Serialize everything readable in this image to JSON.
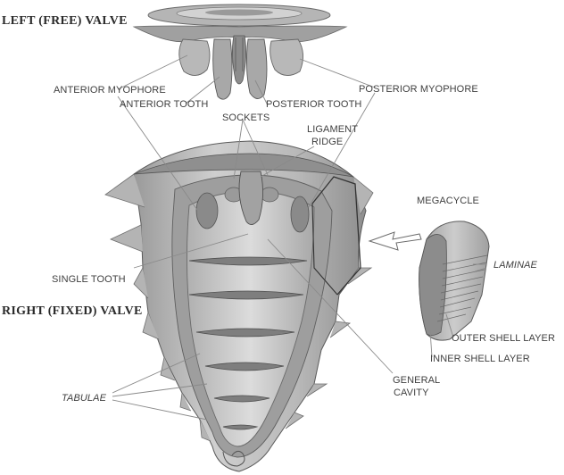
{
  "titles": {
    "left_valve": "LEFT (FREE) VALVE",
    "right_valve": "RIGHT (FIXED) VALVE"
  },
  "labels": {
    "anterior_myophore": "ANTERIOR MYOPHORE",
    "anterior_tooth": "ANTERIOR TOOTH",
    "sockets": "SOCKETS",
    "posterior_tooth": "POSTERIOR TOOTH",
    "posterior_myophore": "POSTERIOR MYOPHORE",
    "ligament_ridge_line1": "LIGAMENT",
    "ligament_ridge_line2": "RIDGE",
    "megacycle": "MEGACYCLE",
    "single_tooth": "SINGLE TOOTH",
    "laminae": "LAMINAE",
    "outer_shell_layer": "OUTER SHELL LAYER",
    "inner_shell_layer": "INNER SHELL LAYER",
    "general_cavity_line1": "GENERAL",
    "general_cavity_line2": "CAVITY",
    "tabulae": "TABULAE"
  },
  "colors": {
    "shell_light": "#c8c8c8",
    "shell_mid": "#a9a9a9",
    "shell_dark": "#7c7c7c",
    "outline": "#555555",
    "leader": "#8a8a8a"
  }
}
